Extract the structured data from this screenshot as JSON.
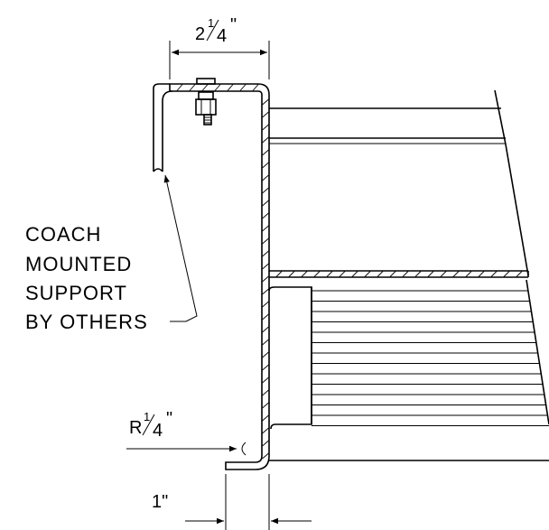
{
  "dimensions": {
    "top_width": {
      "whole": "2",
      "num": "1",
      "den": "4",
      "unit": "\""
    },
    "radius": {
      "prefix": "R",
      "num": "1",
      "den": "4",
      "unit": "\""
    },
    "bottom_width": "1\""
  },
  "callout": {
    "lines": [
      "COACH",
      "MOUNTED",
      "SUPPORT",
      "BY OTHERS"
    ]
  }
}
